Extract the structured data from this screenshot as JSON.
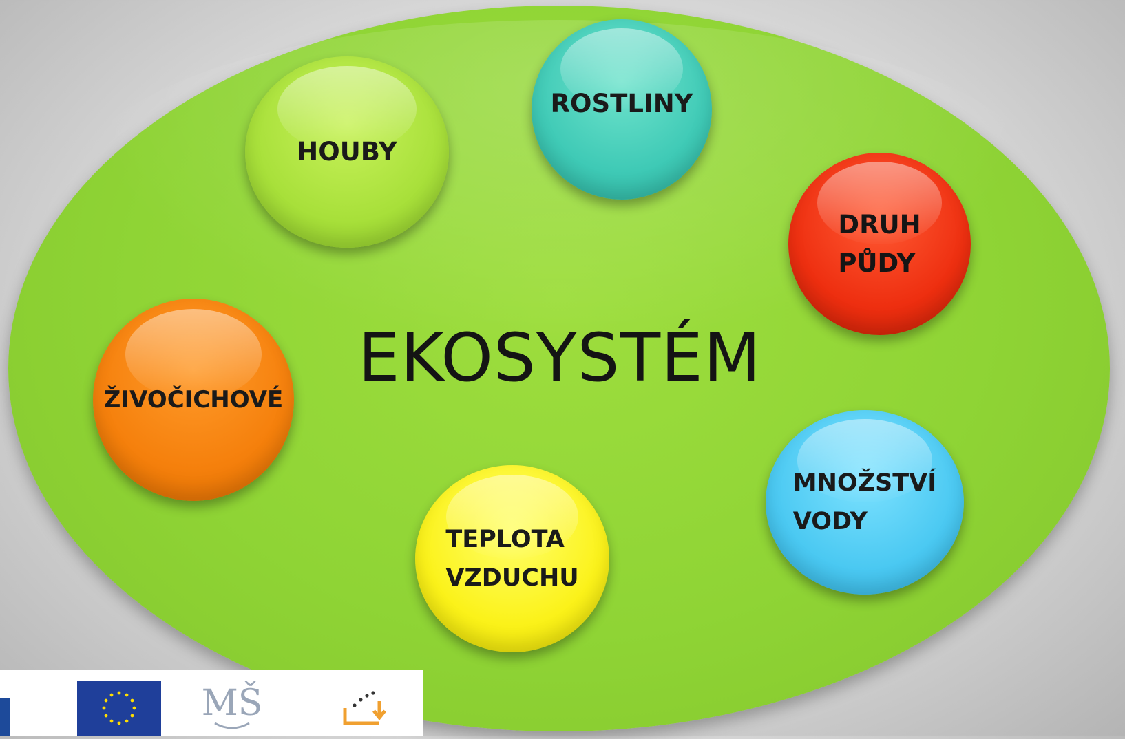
{
  "diagram": {
    "center_label": "EKOSYSTÉM",
    "nodes": [
      {
        "id": "houby",
        "lines": [
          "HOUBY"
        ],
        "color": "#a8e03a"
      },
      {
        "id": "rostliny",
        "lines": [
          "ROSTLINY"
        ],
        "color": "#3fcab6"
      },
      {
        "id": "druh-pudy",
        "lines": [
          "DRUH",
          "PŮDY"
        ],
        "color": "#ee2f10"
      },
      {
        "id": "zivocichove",
        "lines": [
          "ŽIVOČICHOVÉ"
        ],
        "color": "#f5800c"
      },
      {
        "id": "mnozstvi-vody",
        "lines": [
          "MNOŽSTVÍ",
          "VODY"
        ],
        "color": "#4bc9f2"
      },
      {
        "id": "teplota-vzduchu",
        "lines": [
          "TEPLOTA",
          "VZDUCHU"
        ],
        "color": "#fbf21a"
      }
    ],
    "ellipse_color": "#8fd435"
  },
  "footer": {
    "logos": [
      "esf-logo",
      "eu-flag-logo",
      "msmt-logo",
      "op-vk-logo"
    ],
    "msmt_text": "MŠ"
  }
}
